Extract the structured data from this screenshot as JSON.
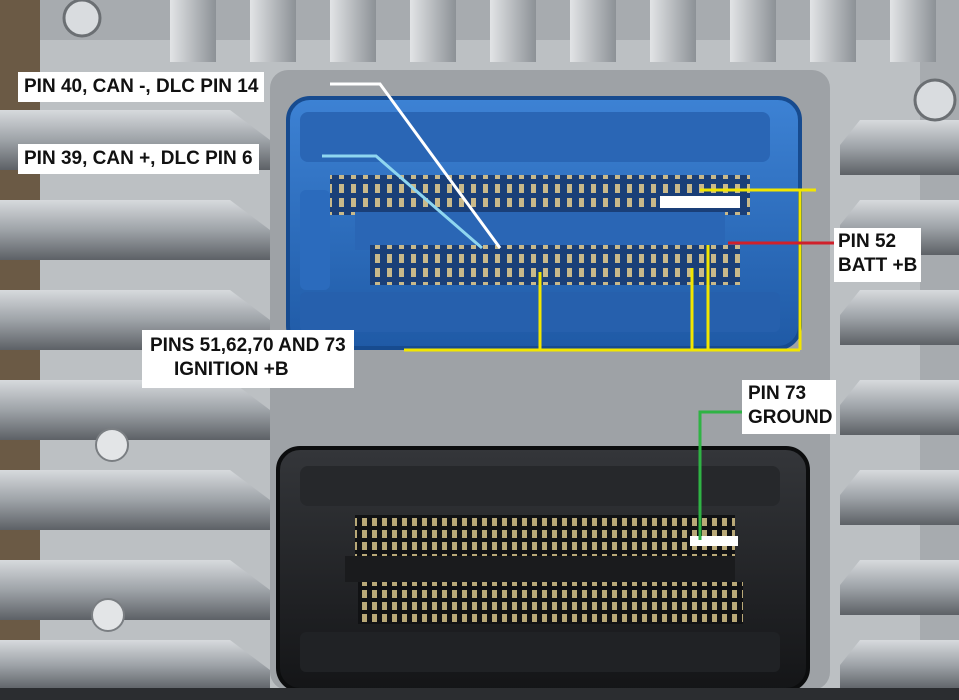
{
  "labels": {
    "pin40": "PIN 40, CAN -, DLC PIN 14",
    "pin39": "PIN 39, CAN +, DLC PIN 6",
    "ignition_line1": "PINS 51,62,70 AND 73",
    "ignition_line2": "IGNITION +B",
    "pin52_line1": "PIN 52",
    "pin52_line2": "BATT +B",
    "pin73_line1": "PIN 73",
    "pin73_line2": "GROUND"
  },
  "colors": {
    "blue_connector": "#2f6fc0",
    "black_connector": "#1c1d1f",
    "ignition_wire": "#f2e600",
    "batt_wire": "#d0202a",
    "ground_wire": "#2fb344",
    "can_low_wire": "#ffffff",
    "can_high_wire": "#8fd6f0",
    "housing": "#b9bcbf"
  }
}
